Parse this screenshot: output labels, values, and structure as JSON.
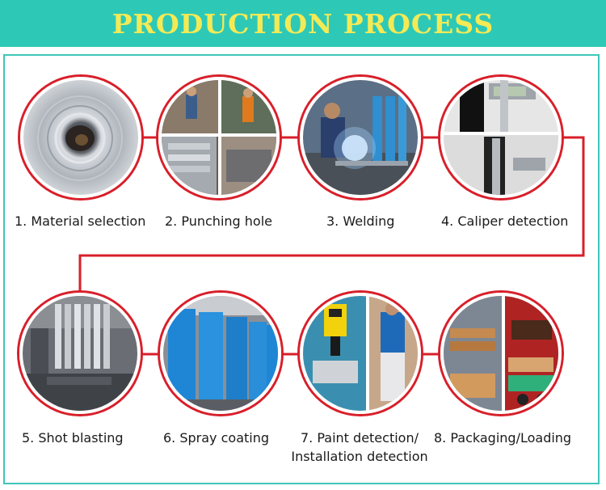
{
  "header": {
    "title": "PRODUCTION PROCESS",
    "background": "#2ec9b6",
    "title_color": "#f4ea55"
  },
  "accent_color": "#d81f2a",
  "steps": [
    {
      "label": "1. Material selection"
    },
    {
      "label": "2. Punching  hole"
    },
    {
      "label": "3. Welding"
    },
    {
      "label": "4. Caliper detection"
    },
    {
      "label": "5. Shot blasting"
    },
    {
      "label": "6. Spray coating"
    },
    {
      "label": "7. Paint detection/",
      "label2": "Installation detection"
    },
    {
      "label": "8. Packaging/Loading"
    }
  ]
}
